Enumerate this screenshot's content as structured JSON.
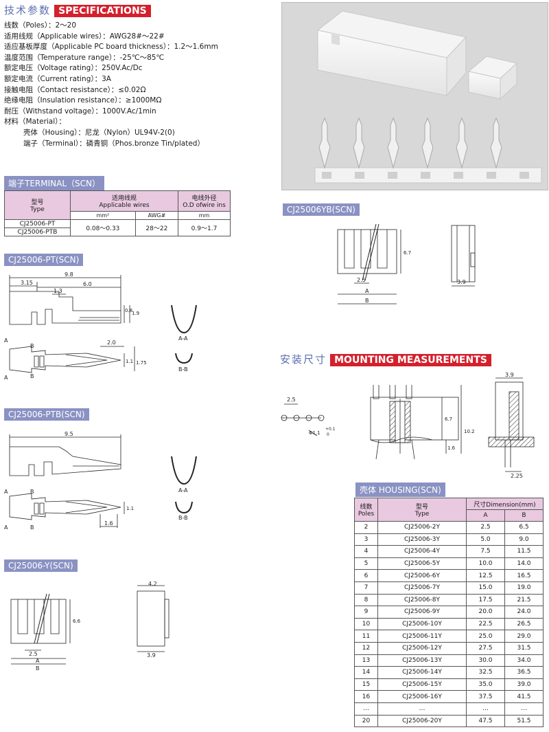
{
  "specs": {
    "title_cn": "技术参数",
    "title_en": "SPECIFICATIONS",
    "lines": [
      "线数（Poles）：2～20",
      "适用线规（Applicable wires）：AWG28#～22#",
      "适应基板厚度（Applicable PC board thickness）：1.2～1.6mm",
      "温度范围（Temperature range）：-25℃～85℃",
      "额定电压（Voltage rating）：250V.Ac/Dc",
      "额定电流（Current rating）：3A",
      "接触电阻（Contact resistance）：≤0.02Ω",
      "绝缘电阻（Insulation resistance）：≥1000MΩ",
      "耐压（Withstand voltage）：1000V.Ac/1min",
      "材料（Material）：",
      "壳体（Housing）：尼龙（Nylon）UL94V-2(0)",
      "端子（Terminal）：磷青铜（Phos.bronze Tin/plated）"
    ]
  },
  "terminal": {
    "title": "端子TERMINAL（SCN）",
    "h_model_cn": "型号",
    "h_model_en": "Type",
    "h_wire_cn": "适用线规",
    "h_wire_en": "Applicable wires",
    "h_od_cn": "电线外径",
    "h_od_en": "O.D ofwire ins",
    "u_mm2": "mm²",
    "u_awg": "AWG#",
    "u_mm": "mm",
    "model1": "CJ25006-PT",
    "model2": "CJ25006-PTB",
    "mm2": "0.08～0.33",
    "awg": "28～22",
    "od": "0.9～1.7"
  },
  "pt": {
    "title": "CJ25006-PT(SCN)",
    "d_98": "9.8",
    "d_315": "3.15",
    "d_60": "6.0",
    "d_13": "1.3",
    "d_08": "0.8",
    "d_19": "1.9",
    "d_20": "2.0",
    "d_11": "1.1",
    "d_175": "1.75",
    "aa": "A-A",
    "bb": "B-B",
    "a": "A",
    "b": "B"
  },
  "ptb": {
    "title": "CJ25006-PTB(SCN)",
    "d_95": "9.5",
    "d_11": "1.1",
    "d_16": "1.6",
    "aa": "A-A",
    "bb": "B-B",
    "a": "A",
    "b": "B"
  },
  "y": {
    "title": "CJ25006-Y(SCN)",
    "d_42": "4.2",
    "d_66": "6.6",
    "d_25": "2.5",
    "d_39": "3.9",
    "a": "A",
    "b": "B"
  },
  "yb": {
    "title": "CJ25006YB(SCN)",
    "d_67": "6.7",
    "d_25": "2.5",
    "d_39": "3.9",
    "a": "A",
    "b": "B"
  },
  "mount": {
    "title_cn": "安装尺寸",
    "title_en": "MOUNTING MEASUREMENTS",
    "d_25": "2.5",
    "d_hole": "Φ1.1",
    "d_tol_up": "+0.1",
    "d_tol_dn": "0",
    "d_67": "6.7",
    "d_102": "10.2",
    "d_16": "1.6",
    "d_39": "3.9",
    "d_225": "2.25"
  },
  "housing": {
    "title": "壳体 HOUSING(SCN)",
    "h_poles_cn": "线数",
    "h_poles_en": "Poles",
    "h_type_cn": "型号",
    "h_type_en": "Type",
    "h_dim": "尺寸Dimension(mm)",
    "h_a": "A",
    "h_b": "B",
    "rows": [
      [
        "2",
        "CJ25006-2Y",
        "2.5",
        "6.5"
      ],
      [
        "3",
        "CJ25006-3Y",
        "5.0",
        "9.0"
      ],
      [
        "4",
        "CJ25006-4Y",
        "7.5",
        "11.5"
      ],
      [
        "5",
        "CJ25006-5Y",
        "10.0",
        "14.0"
      ],
      [
        "6",
        "CJ25006-6Y",
        "12.5",
        "16.5"
      ],
      [
        "7",
        "CJ25006-7Y",
        "15.0",
        "19.0"
      ],
      [
        "8",
        "CJ25006-8Y",
        "17.5",
        "21.5"
      ],
      [
        "9",
        "CJ25006-9Y",
        "20.0",
        "24.0"
      ],
      [
        "10",
        "CJ25006-10Y",
        "22.5",
        "26.5"
      ],
      [
        "11",
        "CJ25006-11Y",
        "25.0",
        "29.0"
      ],
      [
        "12",
        "CJ25006-12Y",
        "27.5",
        "31.5"
      ],
      [
        "13",
        "CJ25006-13Y",
        "30.0",
        "34.0"
      ],
      [
        "14",
        "CJ25006-14Y",
        "32.5",
        "36.5"
      ],
      [
        "15",
        "CJ25006-15Y",
        "35.0",
        "39.0"
      ],
      [
        "16",
        "CJ25006-16Y",
        "37.5",
        "41.5"
      ],
      [
        "…",
        "…",
        "…",
        "…"
      ],
      [
        "20",
        "CJ25006-20Y",
        "47.5",
        "51.5"
      ]
    ]
  }
}
